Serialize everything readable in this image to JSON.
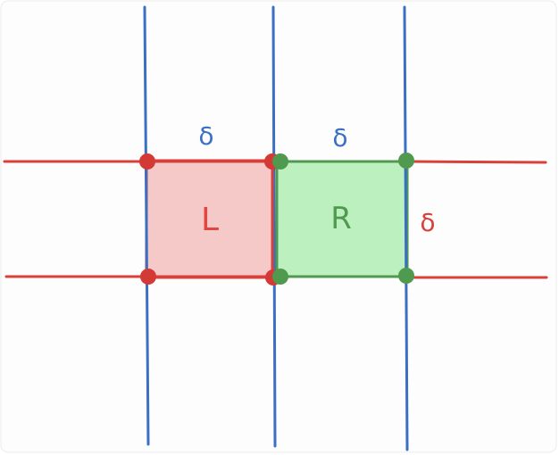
{
  "labels": {
    "left_box": "L",
    "right_box": "R",
    "delta_top_left": "δ",
    "delta_top_right": "δ",
    "delta_side": "δ"
  },
  "colors": {
    "background": "#fdfdfd",
    "vertical_line": "#3a6fc4",
    "horizontal_line": "#d9403a",
    "left_fill": "#f6c9c9",
    "left_stroke": "#d9403a",
    "right_fill": "#bdf0bf",
    "right_stroke": "#4f9a4f",
    "red_dot": "#d43a35",
    "green_dot": "#4f9a4f",
    "delta_blue": "#3a6fc4",
    "delta_red": "#d9403a",
    "box_label_red": "#e0463f",
    "box_label_green": "#4f9a4f"
  }
}
